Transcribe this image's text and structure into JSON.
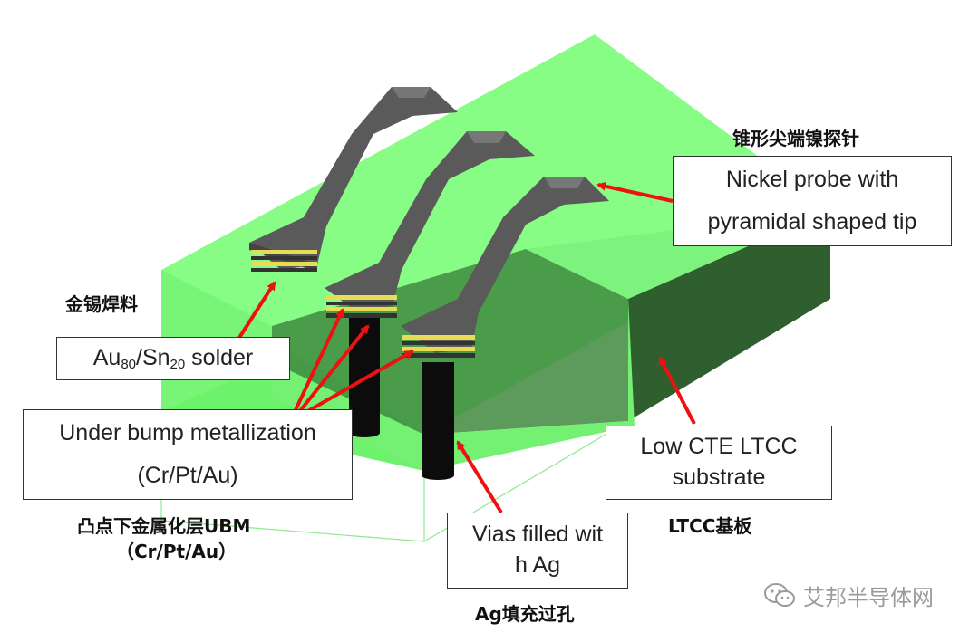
{
  "labels": {
    "probe_cn": "锥形尖端镍探针",
    "probe_line1": "Nickel probe with",
    "probe_line2": "pyramidal shaped tip",
    "solder_cn": "金锡焊料",
    "solder_au": "Au",
    "solder_au_sub": "80",
    "solder_sn": "/Sn",
    "solder_sn_sub": "20",
    "solder_tail": " solder",
    "ubm_line1": "Under bump metallization",
    "ubm_line2": "(Cr/Pt/Au)",
    "ubm_cn1": "凸点下金属化层UBM",
    "ubm_cn2": "（Cr/Pt/Au）",
    "ltcc_line1": "Low CTE LTCC",
    "ltcc_line2": "substrate",
    "ltcc_cn": "LTCC基板",
    "vias_line1": "Vias filled wit",
    "vias_line2": "h Ag",
    "vias_cn": "Ag填充过孔"
  },
  "watermark": "艾邦半导体网",
  "colors": {
    "substrate_top": "#88fd86",
    "substrate_front": "#6cf26b",
    "substrate_side": "#2f5e2f",
    "probe": "#5a5a5a",
    "probe_light": "#777777",
    "solder": "#e8dc55",
    "via": "#0c0c0c",
    "arrow": "#ee1111"
  }
}
